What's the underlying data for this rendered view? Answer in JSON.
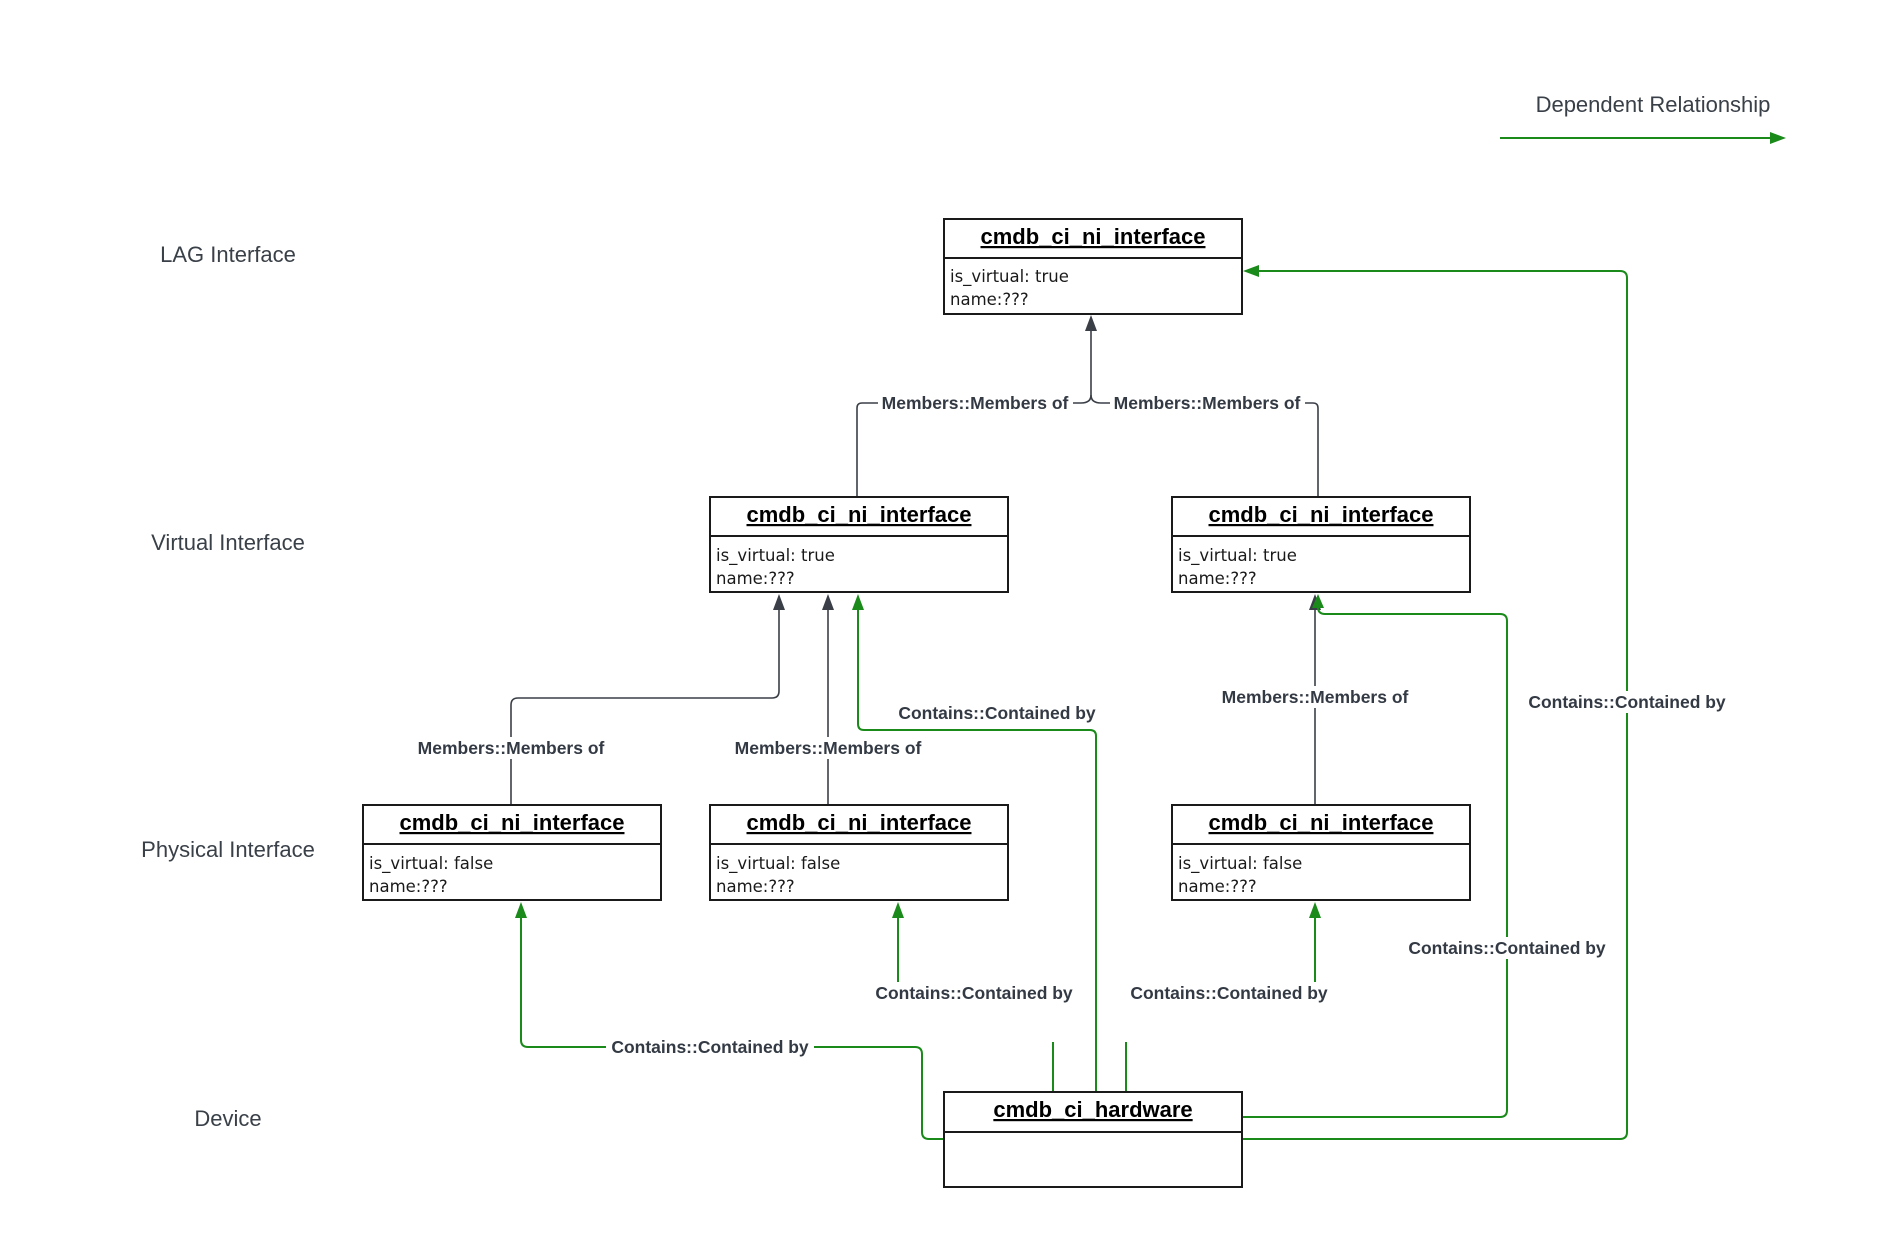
{
  "levels": {
    "lag": "LAG Interface",
    "virtual": "Virtual Interface",
    "physical": "Physical Interface",
    "device": "Device"
  },
  "legend": {
    "label": "Dependent Relationship",
    "color": "#1a8a1a"
  },
  "colors": {
    "contains": "#1a8a1a",
    "members": "#3a3f47",
    "box_border": "#1a1a1a"
  },
  "entities": {
    "lag": {
      "title": "cmdb_ci_ni_interface",
      "attrs": [
        "is_virtual: true",
        "name:???"
      ]
    },
    "virtual_left": {
      "title": "cmdb_ci_ni_interface",
      "attrs": [
        "is_virtual: true",
        "name:???"
      ]
    },
    "virtual_right": {
      "title": "cmdb_ci_ni_interface",
      "attrs": [
        "is_virtual: true",
        "name:???"
      ]
    },
    "physical_left": {
      "title": "cmdb_ci_ni_interface",
      "attrs": [
        "is_virtual: false",
        "name:???"
      ]
    },
    "physical_mid": {
      "title": "cmdb_ci_ni_interface",
      "attrs": [
        "is_virtual: false",
        "name:???"
      ]
    },
    "physical_right": {
      "title": "cmdb_ci_ni_interface",
      "attrs": [
        "is_virtual: false",
        "name:???"
      ]
    },
    "hardware": {
      "title": "cmdb_ci_hardware",
      "attrs": []
    }
  },
  "edges": {
    "members_vl_lag": "Members::Members of",
    "members_vr_lag": "Members::Members of",
    "members_pl_vl": "Members::Members of",
    "members_pm_vl": "Members::Members of",
    "members_pr_vr": "Members::Members of",
    "contains_hw_vl": "Contains::Contained by",
    "contains_hw_lag": "Contains::Contained by",
    "contains_hw_vr": "Contains::Contained by",
    "contains_hw_pm": "Contains::Contained by",
    "contains_hw_pr": "Contains::Contained by",
    "contains_hw_pl": "Contains::Contained by"
  }
}
